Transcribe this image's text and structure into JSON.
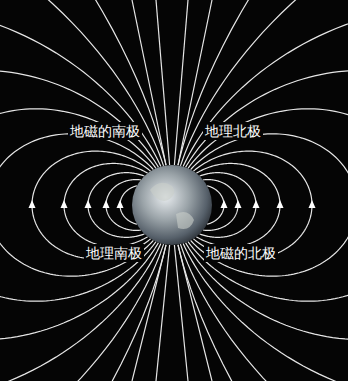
{
  "diagram": {
    "labels": [
      "地磁的南极",
      "地理北极",
      "地理南极",
      "地磁的北极"
    ]
  }
}
